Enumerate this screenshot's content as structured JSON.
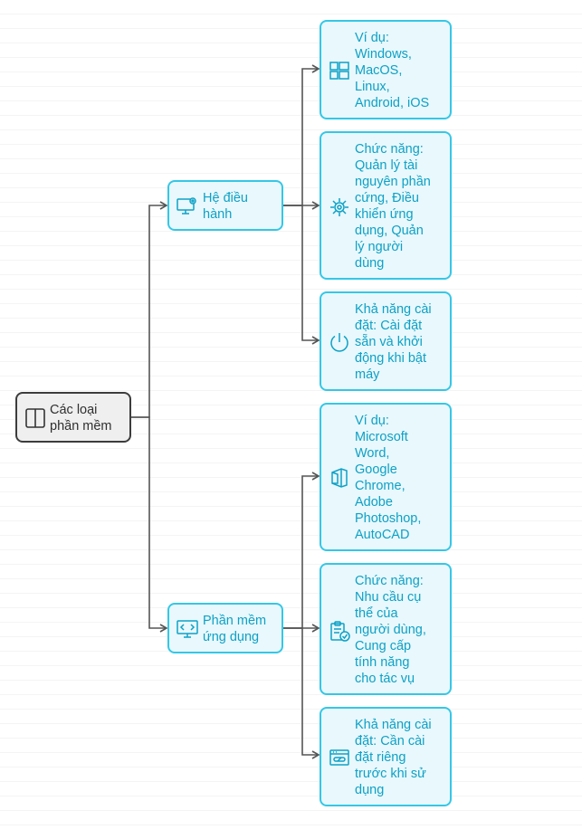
{
  "colors": {
    "accent": "#35c7e6",
    "text": "#0ea1c6",
    "root_border": "#3c3c3c",
    "connector": "#555555"
  },
  "root": {
    "label": "Các loại\nphần mềm",
    "icon": "book-icon"
  },
  "branches": [
    {
      "label": "Hệ điều\nhành",
      "icon": "computer-settings-icon",
      "leaves": [
        {
          "label": "Ví dụ:\nWindows,\nMacOS,\nLinux,\nAndroid, iOS",
          "icon": "windows-icon"
        },
        {
          "label": "Chức năng:\nQuản lý tài\nnguyên phần\ncứng, Điều\nkhiển ứng\ndụng, Quản\nlý người\ndùng",
          "icon": "gear-icon"
        },
        {
          "label": "Khả năng cài\nđặt: Cài đặt\nsẵn và khởi\nđộng khi bật\nmáy",
          "icon": "power-icon"
        }
      ]
    },
    {
      "label": "Phần mềm\nứng dụng",
      "icon": "code-monitor-icon",
      "leaves": [
        {
          "label": "Ví dụ:\nMicrosoft\nWord,\nGoogle\nChrome,\nAdobe\nPhotoshop,\nAutoCAD",
          "icon": "office-icon"
        },
        {
          "label": "Chức năng:\nNhu cầu cụ\nthể của\nngười dùng,\nCung cấp\ntính năng\ncho tác vụ",
          "icon": "clipboard-check-icon"
        },
        {
          "label": "Khả năng cài\nđặt: Cần cài\nđặt riêng\ntrước khi sử\ndụng",
          "icon": "install-window-icon"
        }
      ]
    }
  ]
}
